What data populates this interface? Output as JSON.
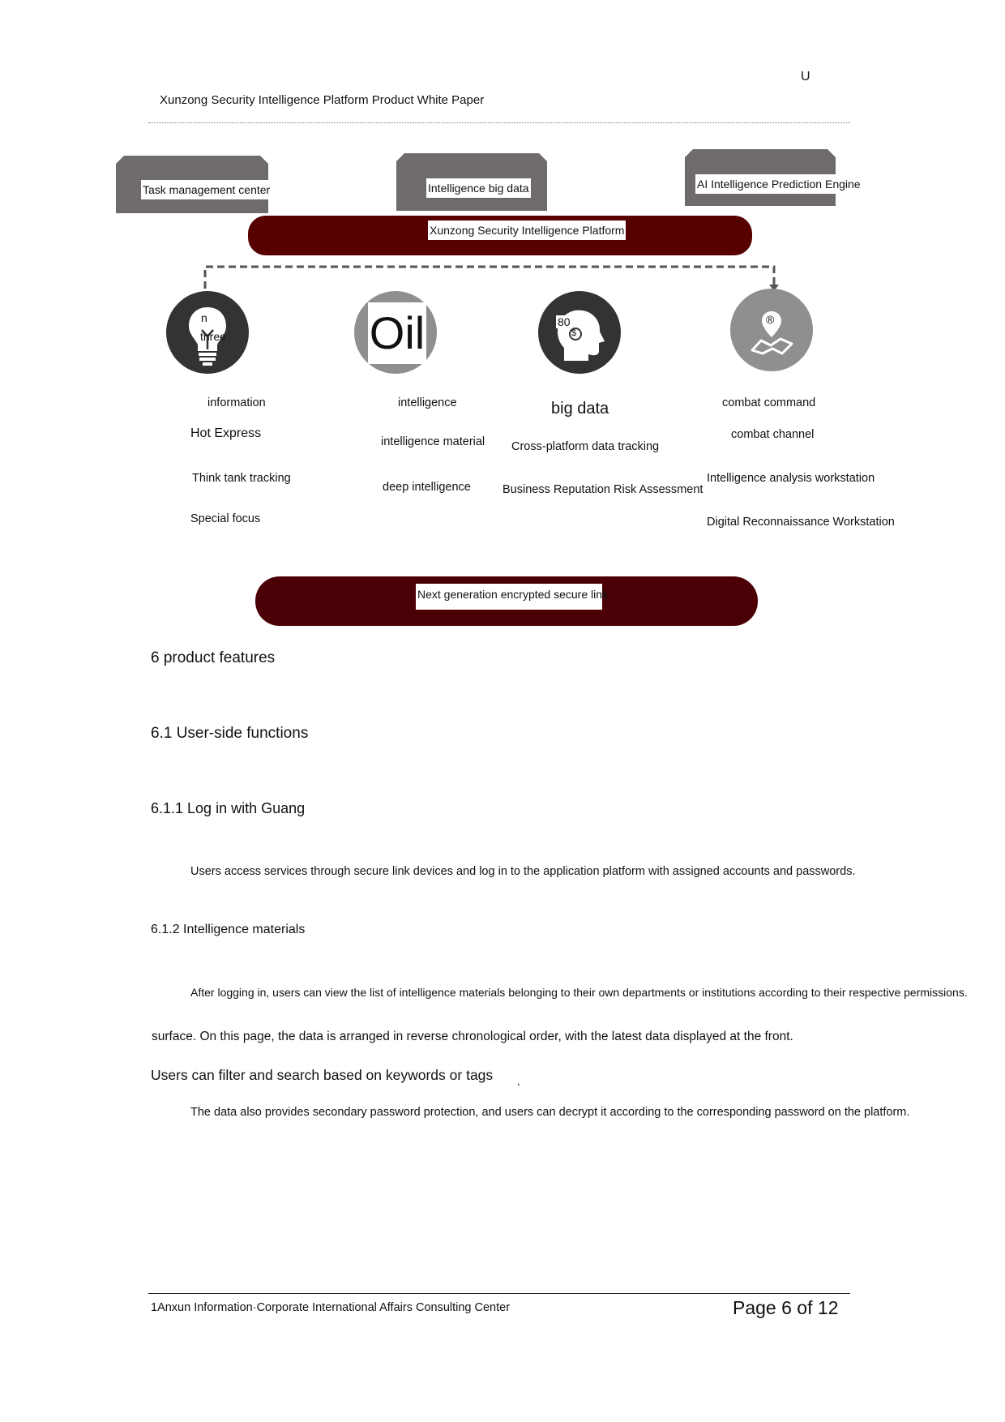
{
  "header": {
    "title": "Xunzong Security Intelligence Platform Product White Paper",
    "corner_mark": "U"
  },
  "diagram": {
    "modules": [
      {
        "label": "Task management center"
      },
      {
        "label": "Intelligence big data"
      },
      {
        "label": "AI Intelligence Prediction Engine"
      }
    ],
    "platform_label": "Xunzong Security Intelligence Platform",
    "icons": [
      {
        "name": "lightbulb-icon",
        "overlay_1": "n",
        "overlay_2": "three"
      },
      {
        "name": "oil-icon",
        "overlay_1": "Oil"
      },
      {
        "name": "head-money-icon",
        "overlay_1": "80",
        "overlay_2": "$"
      },
      {
        "name": "map-pin-icon",
        "overlay_1": "®"
      }
    ],
    "columns": [
      {
        "heading": "information",
        "items": [
          "Hot Express",
          "Think tank tracking",
          "Special focus"
        ]
      },
      {
        "heading": "intelligence",
        "items": [
          "intelligence material",
          "deep intelligence"
        ]
      },
      {
        "heading": "big data",
        "items": [
          "Cross-platform data tracking",
          "Business Reputation Risk Assessment"
        ]
      },
      {
        "heading": "combat command",
        "items": [
          "combat channel",
          "Intelligence analysis workstation",
          "Digital Reconnaissance Workstation"
        ]
      }
    ],
    "link_label": "Next generation encrypted secure link"
  },
  "content": {
    "h_features": "6 product features",
    "h_user": "6.1 User-side functions",
    "h_login": "6.1.1 Log in with Guang",
    "p_login": "Users access services through secure link devices and log in to the application platform with assigned accounts and passwords.",
    "h_intel": "6.1.2 Intelligence materials",
    "p_intel_1": "After logging in, users can view the list of intelligence materials belonging to their own departments or institutions according to their respective permissions.",
    "p_intel_2": "surface. On this page, the data is arranged in reverse chronological order, with the latest data displayed at the front.",
    "p_intel_3": "Users can filter and search based on keywords or tags",
    "p_intel_3_mark": ",",
    "p_intel_4": "The data also provides secondary password protection, and users can decrypt it according to the corresponding password on the platform."
  },
  "footer": {
    "left": "1Anxun Information·Corporate International Affairs Consulting Center",
    "page": "Page 6 of 12"
  }
}
